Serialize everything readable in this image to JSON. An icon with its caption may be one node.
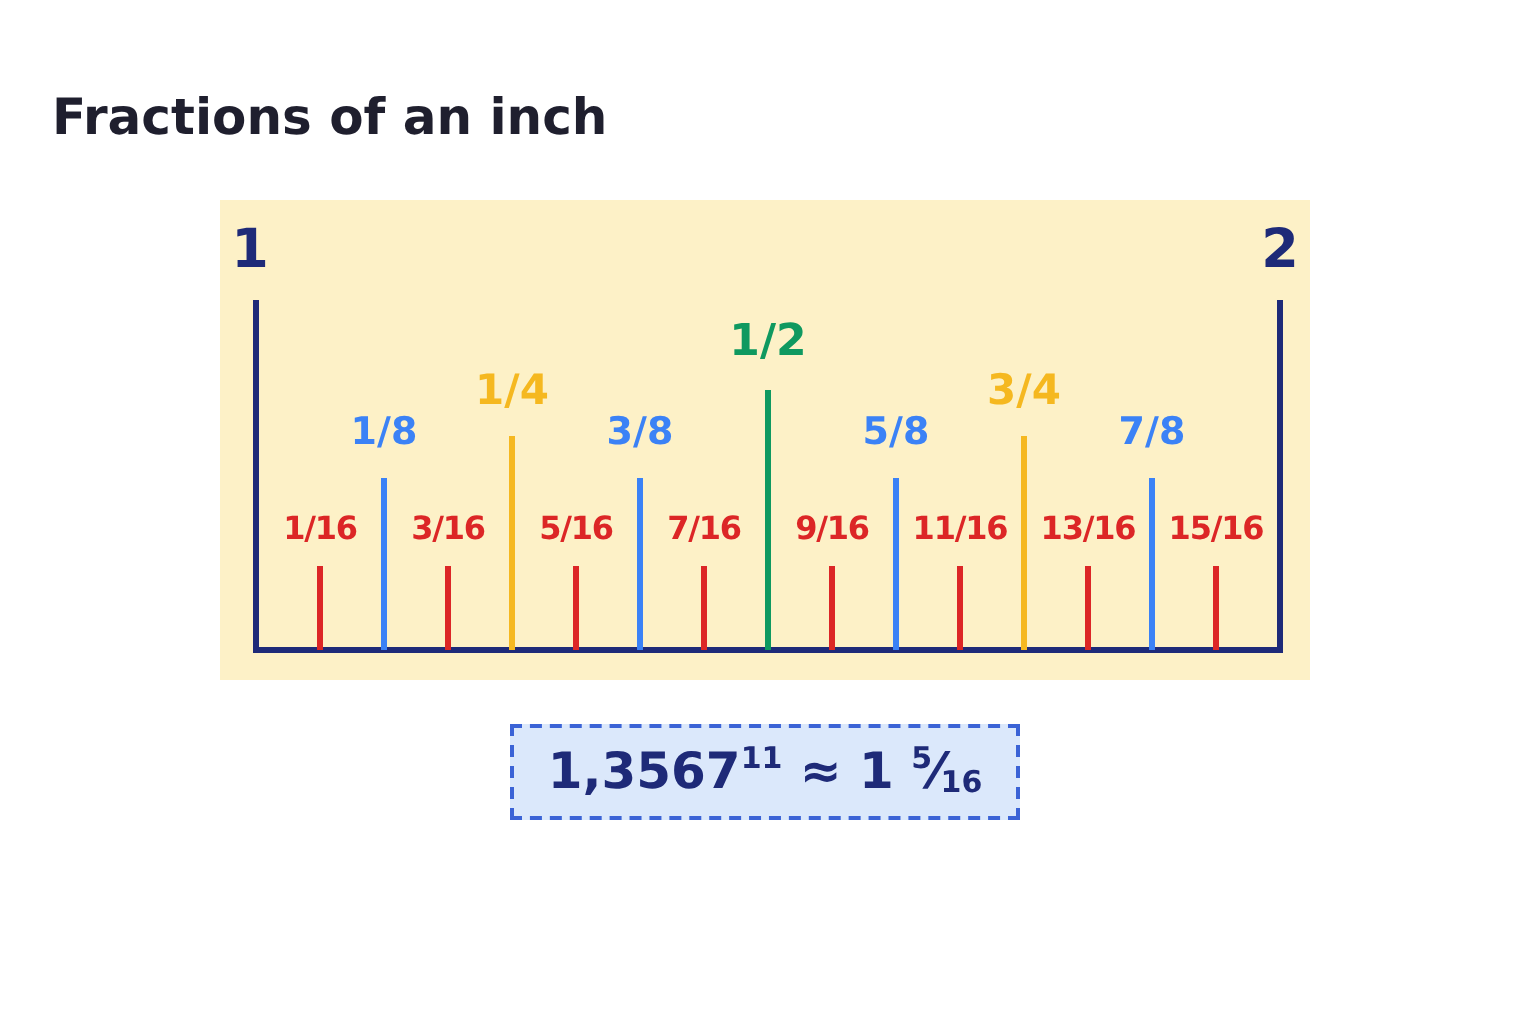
{
  "diagram": {
    "title": "Fractions of an inch",
    "labels": [
      "1",
      "2",
      "1/2",
      "1/4",
      "3/4",
      "1/8",
      "3/8",
      "5/8",
      "7/8",
      "1/16",
      "3/16",
      "5/16",
      "7/16",
      "9/16",
      "11/16",
      "13/16",
      "15/16",
      "1,3567$^{11}$ ≈ 1 $^{5}$⁄$_{16}$"
    ]
  }
}
